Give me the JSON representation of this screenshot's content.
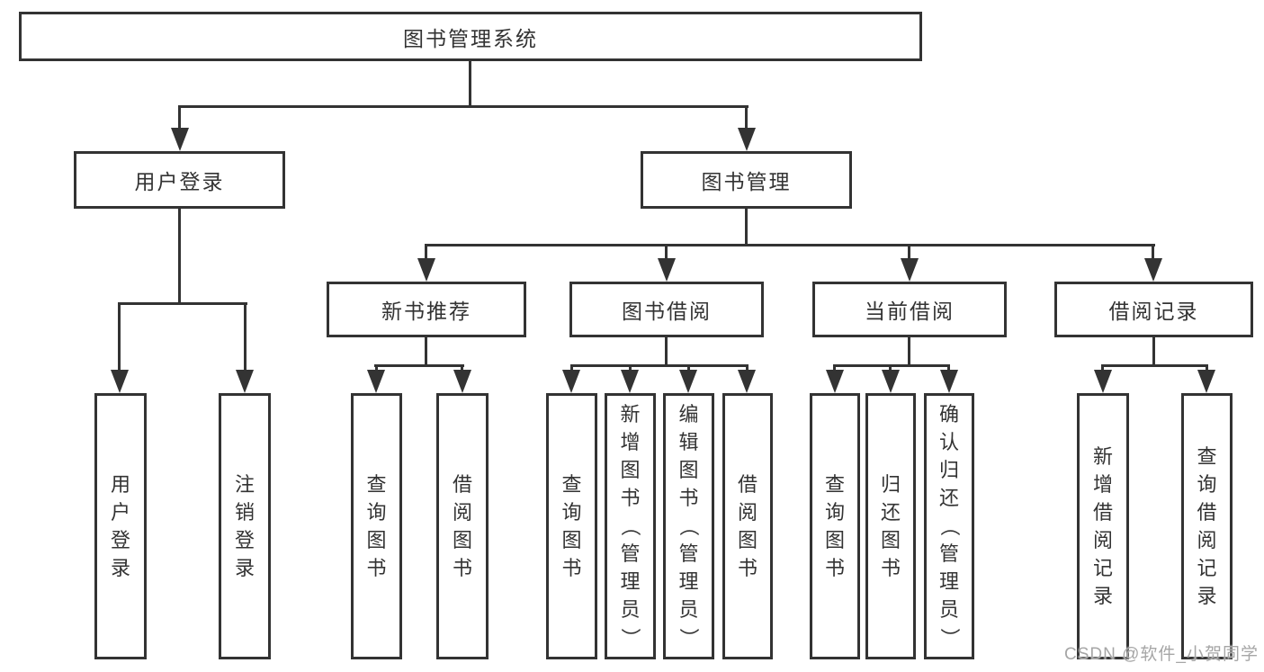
{
  "tree": {
    "label": "图书管理系统",
    "children": [
      {
        "label": "用户登录",
        "children": [
          {
            "label": "用户登录"
          },
          {
            "label": "注销登录"
          }
        ]
      },
      {
        "label": "图书管理",
        "children": [
          {
            "label": "新书推荐",
            "children": [
              {
                "label": "查询图书"
              },
              {
                "label": "借阅图书"
              }
            ]
          },
          {
            "label": "图书借阅",
            "children": [
              {
                "label": "查询图书"
              },
              {
                "label": "新增图书（管理员）"
              },
              {
                "label": "编辑图书（管理员）"
              },
              {
                "label": "借阅图书"
              }
            ]
          },
          {
            "label": "当前借阅",
            "children": [
              {
                "label": "查询图书"
              },
              {
                "label": "归还图书"
              },
              {
                "label": "确认归还（管理员）"
              }
            ]
          },
          {
            "label": "借阅记录",
            "children": [
              {
                "label": "新增借阅记录"
              },
              {
                "label": "查询借阅记录"
              }
            ]
          }
        ]
      }
    ]
  },
  "watermark": {
    "text": "CSDN @软件_小贺同学"
  },
  "colors": {
    "line": "#333333",
    "text": "#333333",
    "box_fill": "#ffffff",
    "watermark": "#a6a6a6",
    "background": "#ffffff"
  }
}
